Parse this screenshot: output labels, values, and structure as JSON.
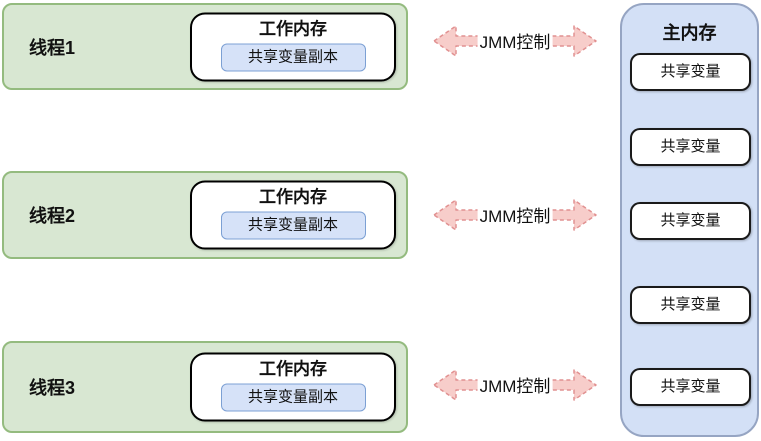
{
  "threads": [
    {
      "label": "线程1",
      "work_memory": {
        "title": "工作内存",
        "copy_label": "共享变量副本"
      }
    },
    {
      "label": "线程2",
      "work_memory": {
        "title": "工作内存",
        "copy_label": "共享变量副本"
      }
    },
    {
      "label": "线程3",
      "work_memory": {
        "title": "工作内存",
        "copy_label": "共享变量副本"
      }
    }
  ],
  "arrows": [
    {
      "label": "JMM控制"
    },
    {
      "label": "JMM控制"
    },
    {
      "label": "JMM控制"
    }
  ],
  "main_memory": {
    "title": "主内存",
    "variables": [
      {
        "label": "共享变量"
      },
      {
        "label": "共享变量"
      },
      {
        "label": "共享变量"
      },
      {
        "label": "共享变量"
      },
      {
        "label": "共享变量"
      }
    ]
  },
  "colors": {
    "thread_fill": "#d8e7d2",
    "thread_border": "#94bb7f",
    "work_memory_fill": "#ffffff",
    "work_memory_border": "#000000",
    "copy_fill": "#d6e2f8",
    "copy_border": "#7ca0d4",
    "main_memory_fill": "#d3e0f6",
    "main_memory_border": "#96a5c3",
    "variable_fill": "#ffffff",
    "variable_border": "#1a1a1a",
    "arrow_fill": "#f7cdca",
    "arrow_border": "#e19191",
    "text": "#111111",
    "background": "#ffffff"
  }
}
